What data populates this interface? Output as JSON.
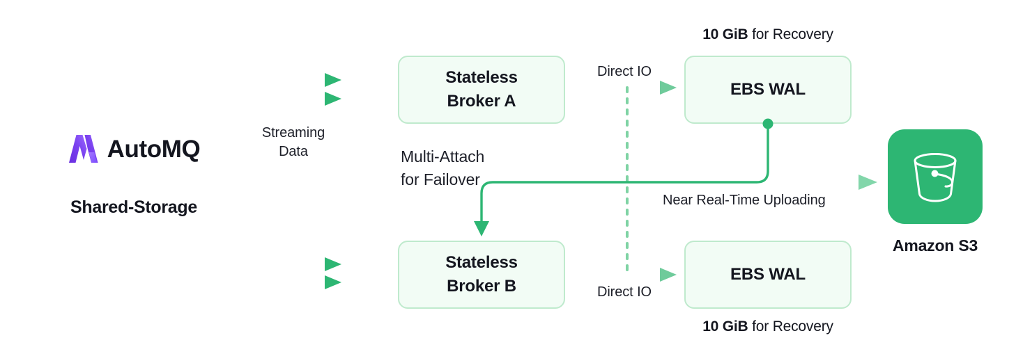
{
  "brand": {
    "logo_icon": "automq-m-logo-icon",
    "wordmark": "AutoMQ",
    "subtitle": "Shared-Storage"
  },
  "nodes": {
    "broker_a": "Stateless\nBroker A",
    "broker_a_line1": "Stateless",
    "broker_a_line2": "Broker A",
    "broker_b_line1": "Stateless",
    "broker_b_line2": "Broker B",
    "ebs_wal_top": "EBS WAL",
    "ebs_wal_bottom": "EBS WAL"
  },
  "captions": {
    "recovery_size": "10 GiB",
    "recovery_rest": " for Recovery",
    "streaming_data_line1": "Streaming",
    "streaming_data_line2": "Data",
    "multi_attach_line1": "Multi-Attach",
    "multi_attach_line2": "for Failover",
    "direct_io_top": "Direct IO",
    "direct_io_bottom": "Direct IO",
    "uploading": "Near Real-Time Uploading"
  },
  "storage": {
    "icon": "s3-bucket-icon",
    "label": "Amazon S3"
  },
  "colors": {
    "accent_green": "#2db673",
    "arrow_green": "#3fba7a",
    "box_fill": "#f2fcf5",
    "box_border": "#bfeacd",
    "text_dark": "#14161f",
    "logo_purple_light": "#7c4dff",
    "logo_purple_dark": "#6a2fe0",
    "page_bg": "#ffffff"
  }
}
